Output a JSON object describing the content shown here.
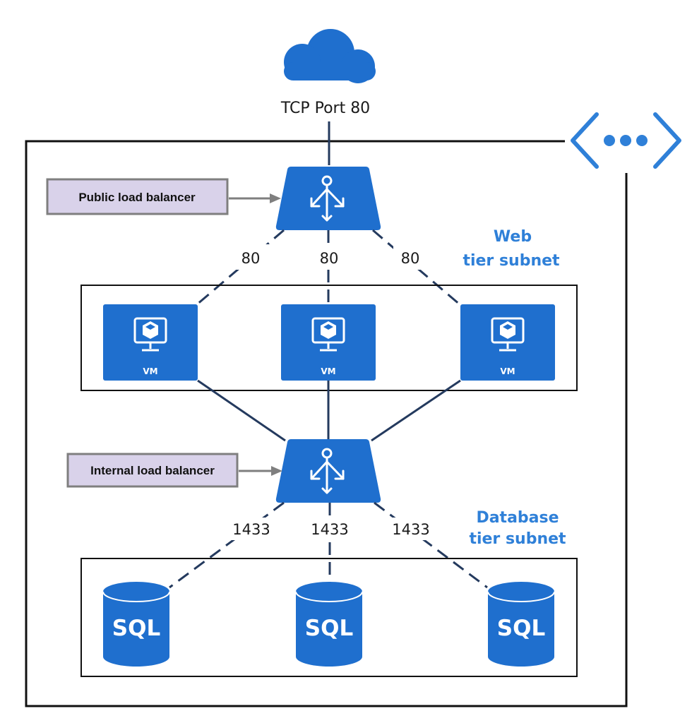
{
  "diagram": {
    "internet_label": "TCP Port 80",
    "callouts": {
      "public_lb": "Public load balancer",
      "internal_lb": "Internal load balancer"
    },
    "web_subnet": {
      "line1": "Web",
      "line2": "tier subnet"
    },
    "db_subnet": {
      "line1": "Database",
      "line2": "tier subnet"
    },
    "web_ports": [
      "80",
      "80",
      "80"
    ],
    "db_ports": [
      "1433",
      "1433",
      "1433"
    ],
    "vm_label": "VM",
    "sql_label": "SQL",
    "colors": {
      "azure_blue": "#1f6fce",
      "subnet_text": "#2f80d8",
      "callout_fill": "#d9d2ea",
      "callout_border": "#7f7f7f"
    },
    "icons": [
      "cloud-icon",
      "load-balancer-icon",
      "virtual-machine-icon",
      "sql-database-icon",
      "virtual-network-icon"
    ]
  }
}
